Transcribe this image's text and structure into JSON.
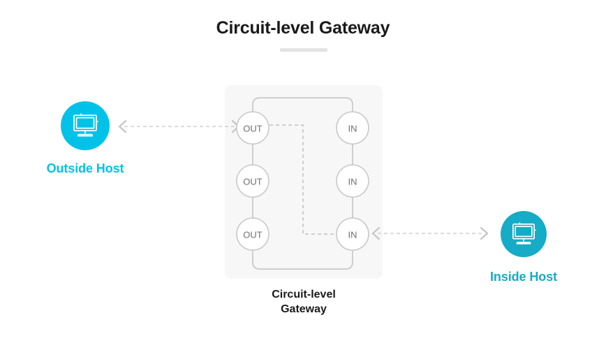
{
  "page": {
    "title": "Circuit-level Gateway",
    "background_color": "#ffffff",
    "divider_color": "#e3e3e3"
  },
  "hosts": {
    "outside": {
      "label": "Outside Host",
      "icon": "monitor-icon",
      "color": "#00c2e8"
    },
    "inside": {
      "label": "Inside Host",
      "icon": "monitor-icon",
      "color": "#16abc6"
    }
  },
  "gateway": {
    "caption_line1": "Circuit-level",
    "caption_line2": "Gateway",
    "panel_color": "#f7f7f7",
    "node_stroke": "#c9c9c9",
    "node_fill": "#ffffff",
    "out_nodes": [
      {
        "label": "OUT"
      },
      {
        "label": "OUT"
      },
      {
        "label": "OUT"
      }
    ],
    "in_nodes": [
      {
        "label": "IN"
      },
      {
        "label": "IN"
      },
      {
        "label": "IN"
      }
    ]
  },
  "connections": {
    "left_link": {
      "name": "outside-host-to-gateway",
      "style": "dashed",
      "direction": "bidirectional",
      "color": "#cfcfcf"
    },
    "right_link": {
      "name": "gateway-to-inside-host",
      "style": "dashed",
      "direction": "bidirectional",
      "color": "#cfcfcf"
    },
    "internal_circuit": {
      "name": "out1-to-in3-circuit",
      "style": "dashed",
      "color": "#c0c0c0"
    }
  }
}
